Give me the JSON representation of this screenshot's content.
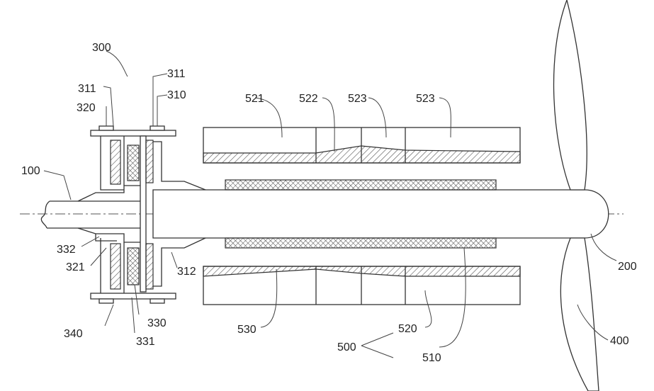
{
  "labels": {
    "l300": "300",
    "l311a": "311",
    "l311b": "311",
    "l310": "310",
    "l320": "320",
    "l100": "100",
    "l332": "332",
    "l321": "321",
    "l312": "312",
    "l340": "340",
    "l330": "330",
    "l331": "331",
    "l521": "521",
    "l522": "522",
    "l523a": "523",
    "l523b": "523",
    "l530": "530",
    "l520": "520",
    "l500": "500",
    "l510": "510",
    "l200": "200",
    "l400": "400"
  }
}
